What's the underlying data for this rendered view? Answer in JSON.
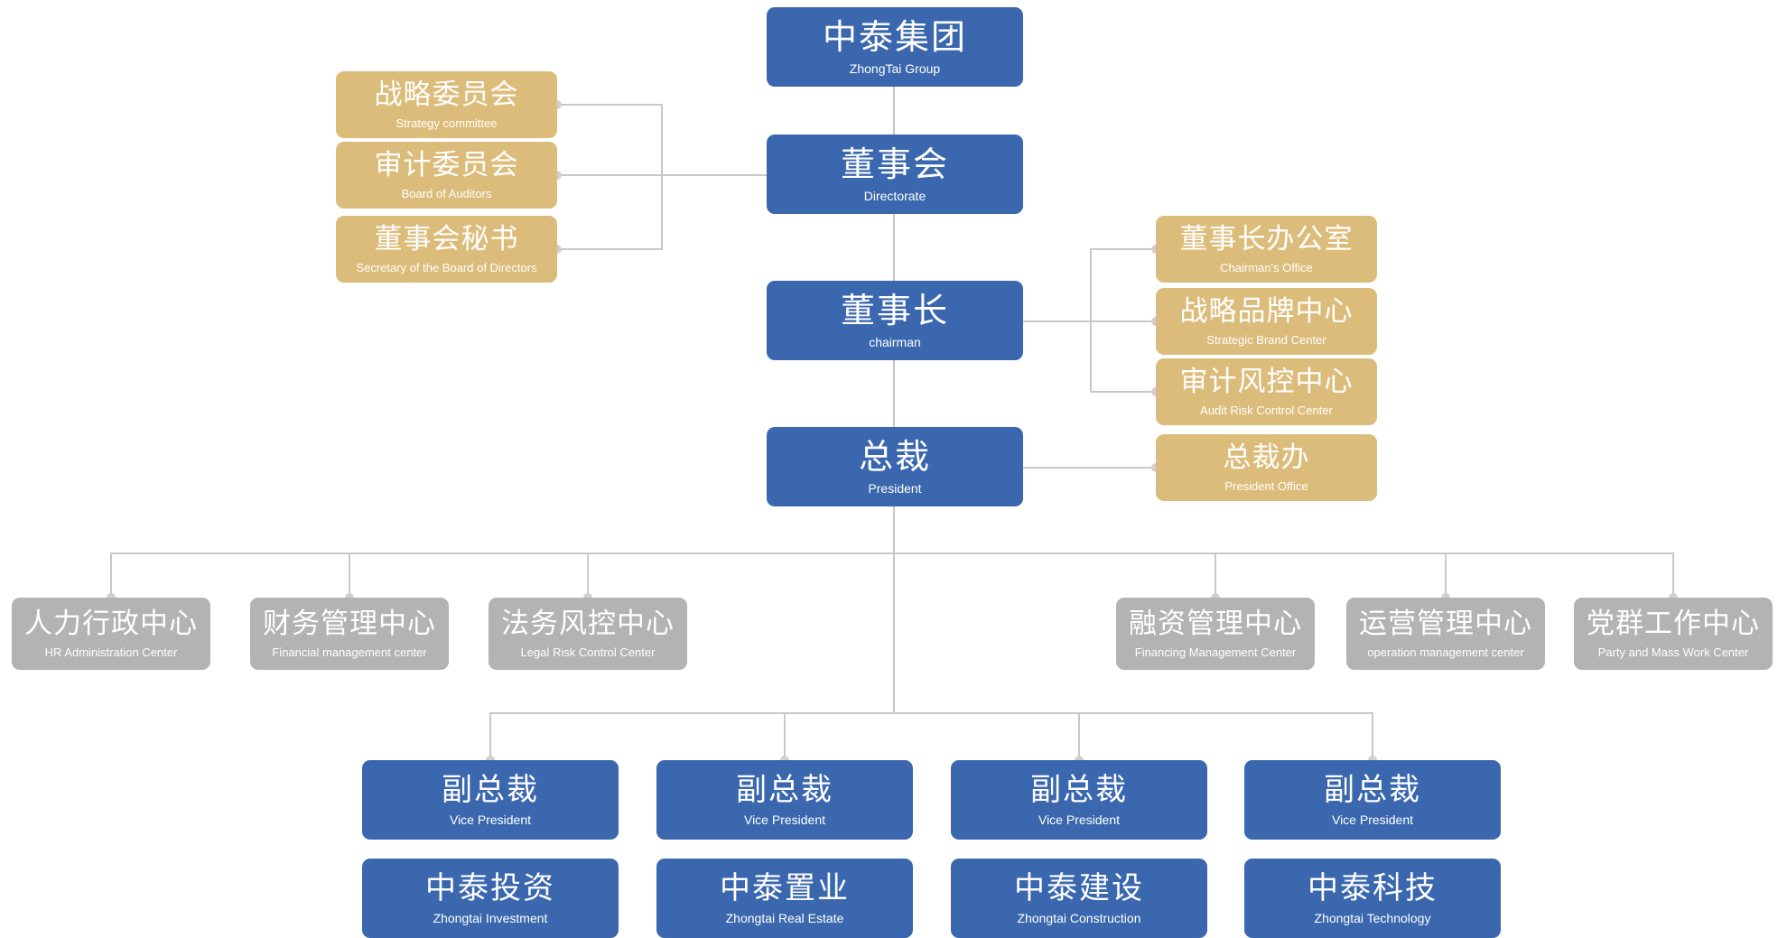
{
  "top": {
    "zh": "中泰集团",
    "en": "ZhongTai Group"
  },
  "directorate": {
    "zh": "董事会",
    "en": "Directorate"
  },
  "chairman": {
    "zh": "董事长",
    "en": "chairman"
  },
  "president": {
    "zh": "总裁",
    "en": "President"
  },
  "board_committees": [
    {
      "zh": "战略委员会",
      "en": "Strategy committee"
    },
    {
      "zh": "审计委员会",
      "en": "Board of Auditors"
    },
    {
      "zh": "董事会秘书",
      "en": "Secretary of the Board of Directors"
    }
  ],
  "chairman_offices": [
    {
      "zh": "董事长办公室",
      "en": "Chairman's Office"
    },
    {
      "zh": "战略品牌中心",
      "en": "Strategic Brand Center"
    },
    {
      "zh": "审计风控中心",
      "en": "Audit Risk Control Center"
    }
  ],
  "president_office": {
    "zh": "总裁办",
    "en": "President Office"
  },
  "centers": [
    {
      "zh": "人力行政中心",
      "en": "HR Administration Center"
    },
    {
      "zh": "财务管理中心",
      "en": "Financial management center"
    },
    {
      "zh": "法务风控中心",
      "en": "Legal Risk Control Center"
    },
    {
      "zh": "融资管理中心",
      "en": "Financing Management Center"
    },
    {
      "zh": "运营管理中心",
      "en": "operation management center"
    },
    {
      "zh": "党群工作中心",
      "en": "Party and Mass Work Center"
    }
  ],
  "vice_presidents": [
    {
      "zh": "副总裁",
      "en": "Vice President"
    },
    {
      "zh": "副总裁",
      "en": "Vice President"
    },
    {
      "zh": "副总裁",
      "en": "Vice President"
    },
    {
      "zh": "副总裁",
      "en": "Vice President"
    }
  ],
  "companies": [
    {
      "zh": "中泰投资",
      "en": "Zhongtai Investment"
    },
    {
      "zh": "中泰置业",
      "en": "Zhongtai Real Estate"
    },
    {
      "zh": "中泰建设",
      "en": "Zhongtai Construction"
    },
    {
      "zh": "中泰科技",
      "en": "Zhongtai Technology"
    }
  ],
  "colors": {
    "primary": "#3a67ae",
    "secondary": "#dcbc7a",
    "center": "#b3b3b3",
    "connector": "#c8c8c8"
  }
}
